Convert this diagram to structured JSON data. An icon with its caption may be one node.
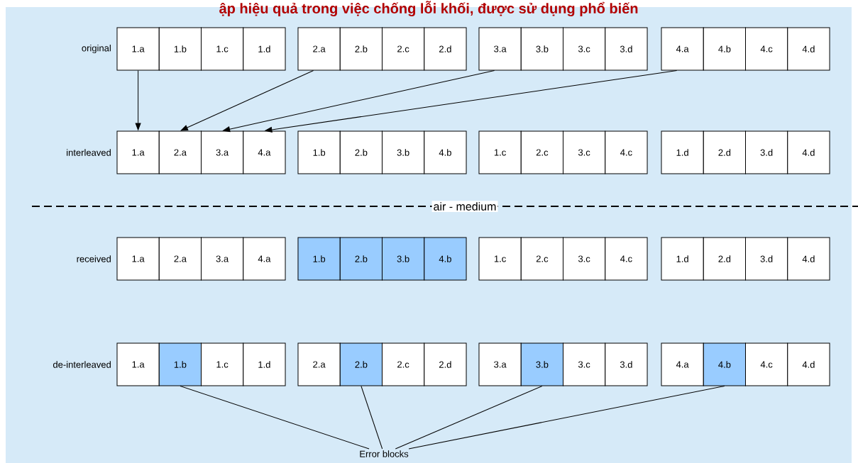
{
  "diagram": {
    "title": "ập hiệu quả trong việc chống lỗi khối, được sử dụng phổ biến",
    "nodes": [
      {
        "text": [
          "1.a"
        ]
      },
      {
        "text": [
          "1.b"
        ]
      },
      {
        "text": [
          "1.c"
        ]
      },
      {
        "text": [
          "1.d"
        ]
      },
      {
        "text": [
          "2.a"
        ]
      },
      {
        "text": [
          "2.b"
        ]
      },
      {
        "text": [
          "2.c"
        ]
      },
      {
        "text": [
          "2.d"
        ]
      },
      {
        "text": [
          "3.a"
        ]
      },
      {
        "text": [
          "3.b"
        ]
      },
      {
        "text": [
          "3.c"
        ]
      },
      {
        "text": [
          "3.d"
        ]
      },
      {
        "text": [
          "4.a"
        ]
      },
      {
        "text": [
          "4.b"
        ]
      },
      {
        "text": [
          "4.c"
        ]
      },
      {
        "text": [
          "4.d"
        ]
      },
      {
        "text": [
          "1.a"
        ]
      },
      {
        "text": [
          "2.a"
        ]
      },
      {
        "text": [
          "3.a"
        ]
      },
      {
        "text": [
          "4.a"
        ]
      },
      {
        "text": [
          "1.b"
        ]
      },
      {
        "text": [
          "2.b"
        ]
      },
      {
        "text": [
          "3.b"
        ]
      },
      {
        "text": [
          "4.b"
        ]
      },
      {
        "text": [
          "1.c"
        ]
      },
      {
        "text": [
          "2.c"
        ]
      },
      {
        "text": [
          "3.c"
        ]
      },
      {
        "text": [
          "4.c"
        ]
      },
      {
        "text": [
          "1.d"
        ]
      },
      {
        "text": [
          "2.d"
        ]
      },
      {
        "text": [
          "3.d"
        ]
      },
      {
        "text": [
          "4.d"
        ]
      },
      {
        "text": [
          "1.a"
        ]
      },
      {
        "text": [
          "2.a"
        ]
      },
      {
        "text": [
          "3.a"
        ]
      },
      {
        "text": [
          "4.a"
        ]
      },
      {
        "text": [
          "1.b"
        ]
      },
      {
        "text": [
          "2.b"
        ]
      },
      {
        "text": [
          "3.b"
        ]
      },
      {
        "text": [
          "4.b"
        ]
      },
      {
        "text": [
          "1.c"
        ]
      },
      {
        "text": [
          "2.c"
        ]
      },
      {
        "text": [
          "3.c"
        ]
      },
      {
        "text": [
          "4.c"
        ]
      },
      {
        "text": [
          "1.d"
        ]
      },
      {
        "text": [
          "2.d"
        ]
      },
      {
        "text": [
          "3.d"
        ]
      },
      {
        "text": [
          "4.d"
        ]
      },
      {
        "text": [
          "1.a"
        ]
      },
      {
        "text": [
          "1.b"
        ]
      },
      {
        "text": [
          "1.c"
        ]
      },
      {
        "text": [
          "1.d"
        ]
      },
      {
        "text": [
          "2.a"
        ]
      },
      {
        "text": [
          "2.b"
        ]
      },
      {
        "text": [
          "2.c"
        ]
      },
      {
        "text": [
          "2.d"
        ]
      },
      {
        "text": [
          "3.a"
        ]
      },
      {
        "text": [
          "3.b"
        ]
      },
      {
        "text": [
          "3.c"
        ]
      },
      {
        "text": [
          "3.d"
        ]
      },
      {
        "text": [
          "4.a"
        ]
      },
      {
        "text": [
          "4.b"
        ]
      },
      {
        "text": [
          "4.c"
        ]
      },
      {
        "text": [
          "4.d"
        ]
      },
      {
        "text": [
          "Error blocks"
        ]
      }
    ],
    "edges": [
      {
        "from": 0,
        "to": 16,
        "arrow": "to"
      },
      {
        "from": 4,
        "to": 17,
        "arrow": "to"
      },
      {
        "from": 8,
        "to": 18,
        "arrow": "to"
      },
      {
        "from": 12,
        "to": 19,
        "arrow": "to"
      },
      {
        "from": 64,
        "to": 49,
        "arrow": "none"
      },
      {
        "from": 64,
        "to": 53,
        "arrow": "none"
      },
      {
        "from": 64,
        "to": 57,
        "arrow": "none"
      },
      {
        "from": 64,
        "to": 61,
        "arrow": "none"
      }
    ],
    "labels": [
      "original",
      "interleaved",
      "air - medium",
      "received",
      "de-interleaved"
    ]
  }
}
